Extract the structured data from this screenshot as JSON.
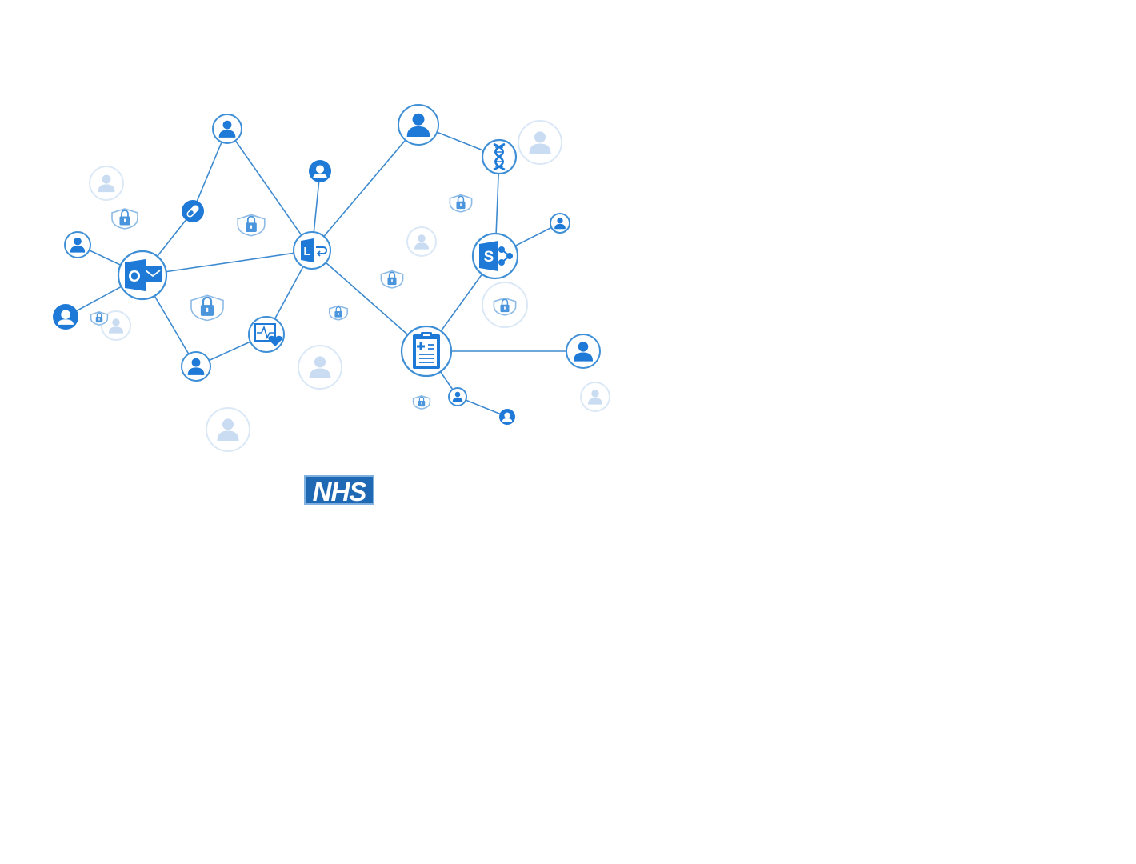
{
  "diagram": {
    "colors": {
      "primary": "#1e7ad6",
      "line": "#3d8ad0",
      "ring": "#3f8fd6",
      "faint": "#dbe8f6",
      "faint_icon": "#c9dcf1",
      "shield": "#8dbbe6",
      "shield_lock": "#4a95dc"
    },
    "hubs": [
      {
        "id": "outlook",
        "icon": "outlook-icon",
        "letter": "O"
      },
      {
        "id": "lync",
        "icon": "lync-icon",
        "letter": "L"
      },
      {
        "id": "sharepoint",
        "icon": "sharepoint-icon",
        "letter": "S"
      },
      {
        "id": "records",
        "icon": "clipboard-icon"
      },
      {
        "id": "monitor",
        "icon": "heart-monitor-icon"
      },
      {
        "id": "dna",
        "icon": "dna-icon"
      },
      {
        "id": "pill",
        "icon": "pill-icon"
      }
    ],
    "people_icon": "person-icon",
    "shield_icon": "padlock-shield-icon"
  },
  "logo": {
    "text": "NHS"
  }
}
